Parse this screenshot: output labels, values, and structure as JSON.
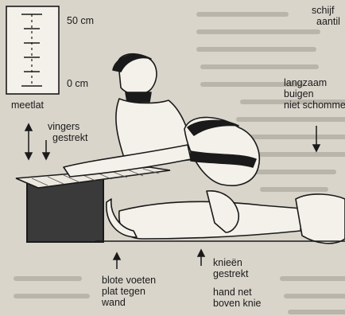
{
  "ruler": {
    "top_value": "50 cm",
    "bottom_value": "0 cm",
    "caption": "meetlat"
  },
  "labels": {
    "top_right_1": "schijf",
    "top_right_2": "aantil",
    "slow_bend_1": "langzaam",
    "slow_bend_2": "buigen",
    "slow_bend_3": "niet schommelen",
    "fingers_1": "vingers",
    "fingers_2": "gestrekt",
    "feet_1": "blote voeten",
    "feet_2": "plat tegen",
    "feet_3": "wand",
    "knees_1": "knieën",
    "knees_2": "gestrekt",
    "hand_1": "hand net",
    "hand_2": "boven knie"
  },
  "colors": {
    "background": "#d9d5cb",
    "ink": "#1a1a1a",
    "box": "#333333",
    "page_text": "#8a857c"
  }
}
